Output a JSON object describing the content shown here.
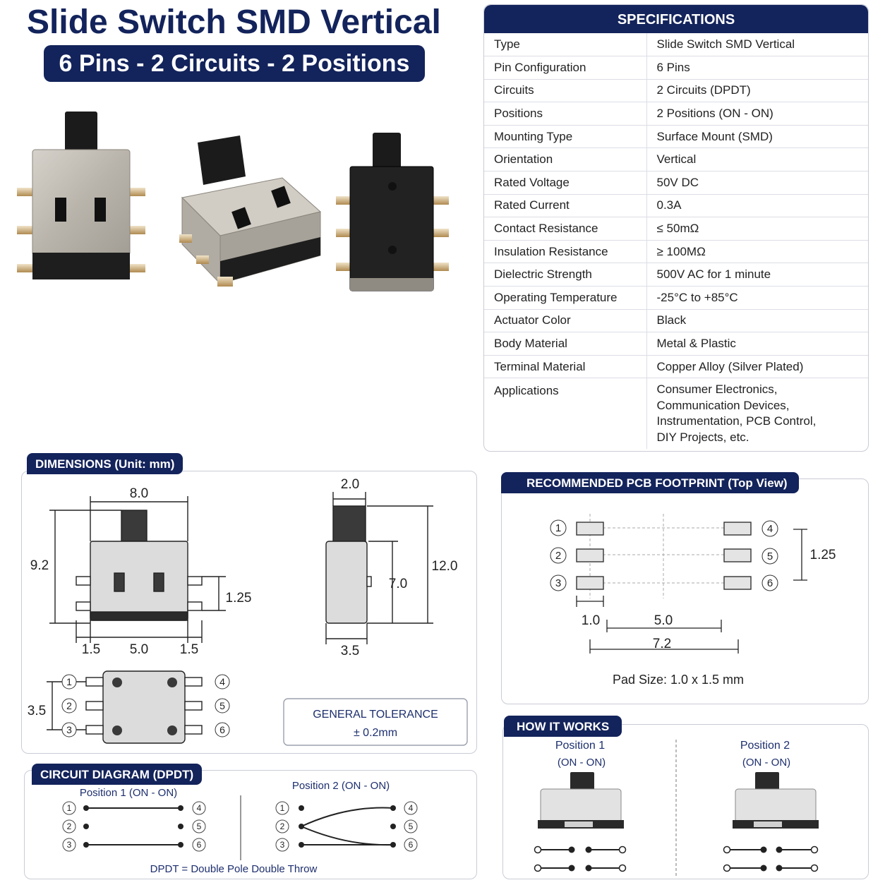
{
  "title": "Slide Switch SMD Vertical",
  "subtitle": "6 Pins - 2 Circuits - 2 Positions",
  "specifications": {
    "heading": "SPECIFICATIONS",
    "rows": [
      {
        "k": "Type",
        "v": "Slide Switch SMD Vertical"
      },
      {
        "k": "Pin Configuration",
        "v": "6 Pins"
      },
      {
        "k": "Circuits",
        "v": "2 Circuits (DPDT)"
      },
      {
        "k": "Positions",
        "v": "2 Positions (ON - ON)"
      },
      {
        "k": "Mounting Type",
        "v": "Surface Mount (SMD)"
      },
      {
        "k": "Orientation",
        "v": "Vertical"
      },
      {
        "k": "Rated Voltage",
        "v": "50V DC"
      },
      {
        "k": "Rated Current",
        "v": "0.3A"
      },
      {
        "k": "Contact Resistance",
        "v": "≤ 50mΩ"
      },
      {
        "k": "Insulation Resistance",
        "v": "≥ 100MΩ"
      },
      {
        "k": "Dielectric Strength",
        "v": "500V AC for 1 minute"
      },
      {
        "k": "Operating Temperature",
        "v": "-25°C to +85°C"
      },
      {
        "k": "Actuator Color",
        "v": "Black"
      },
      {
        "k": "Body Material",
        "v": "Metal & Plastic"
      },
      {
        "k": "Terminal Material",
        "v": "Copper Alloy (Silver Plated)"
      }
    ],
    "applications_label": "Applications",
    "applications_lines": [
      "Consumer Electronics,",
      "Communication Devices,",
      "Instrumentation, PCB Control,",
      "DIY Projects, etc."
    ]
  },
  "dimensions": {
    "heading": "DIMENSIONS (Unit: mm)",
    "front_width": "8.0",
    "front_height": "9.2",
    "pin_pitch": "1.25",
    "pin_offset_left": "1.5",
    "pin_span": "5.0",
    "pin_offset_right": "1.5",
    "side_thickness": "2.0",
    "side_height_total": "12.0",
    "side_body_height": "7.0",
    "side_depth": "3.5",
    "bottom_pitch": "3.5",
    "pins_left": [
      "1",
      "2",
      "3"
    ],
    "pins_right": [
      "4",
      "5",
      "6"
    ],
    "tolerance_label": "GENERAL TOLERANCE",
    "tolerance_value": "± 0.2mm"
  },
  "footprint": {
    "heading": "RECOMMENDED PCB FOOTPRINT (Top View)",
    "pitch": "1.25",
    "pad_width": "1.0",
    "inner_span": "5.0",
    "outer_span": "7.2",
    "pad_size": "Pad Size: 1.0 x 1.5 mm",
    "pins_left": [
      "1",
      "2",
      "3"
    ],
    "pins_right": [
      "4",
      "5",
      "6"
    ]
  },
  "circuit": {
    "heading": "CIRCUIT DIAGRAM (DPDT)",
    "pos1_label": "Position 1 (ON - ON)",
    "pos2_label": "Position 2 (ON - ON)",
    "pins_left": [
      "1",
      "2",
      "3"
    ],
    "pins_right": [
      "4",
      "5",
      "6"
    ],
    "footnote": "DPDT = Double Pole Double Throw"
  },
  "how": {
    "heading": "HOW IT WORKS",
    "pos1_title": "Position 1",
    "pos1_sub": "(ON - ON)",
    "pos2_title": "Position 2",
    "pos2_sub": "(ON - ON)"
  }
}
